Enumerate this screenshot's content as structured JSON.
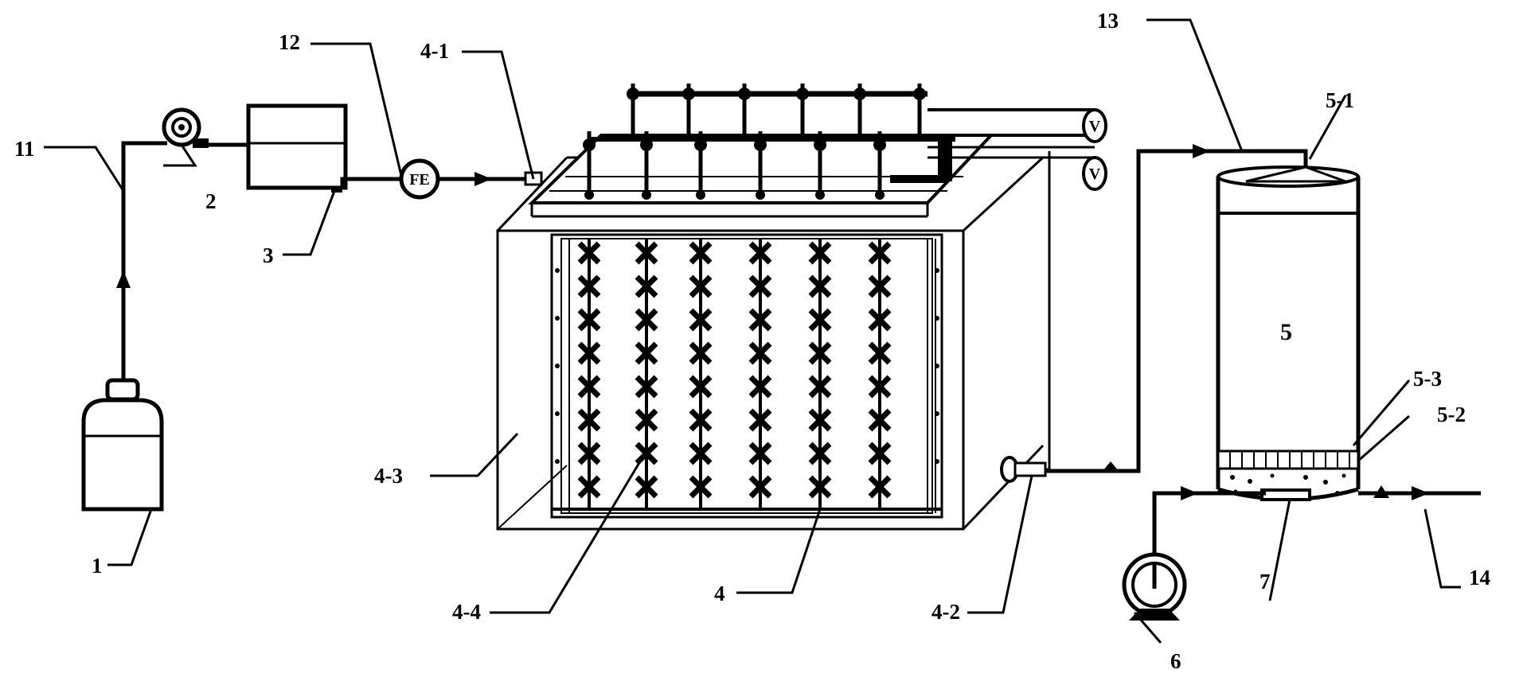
{
  "labels": {
    "l1": "1",
    "l2": "2",
    "l3": "3",
    "l11": "11",
    "l12": "12",
    "l4_1": "4-1",
    "l4_2": "4-2",
    "l4_3": "4-3",
    "l4_4": "4-4",
    "l4": "4",
    "l5": "5",
    "l5_1": "5-1",
    "l5_2": "5-2",
    "l5_3": "5-3",
    "l6": "6",
    "l7": "7",
    "l13": "13",
    "l14": "14"
  },
  "meters": {
    "flow": "FE",
    "v_upper": "V",
    "v_lower": "V"
  },
  "colors": {
    "line": "#000000",
    "background": "#ffffff"
  }
}
